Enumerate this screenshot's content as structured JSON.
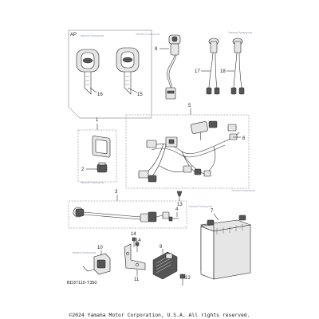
{
  "group_label": "AP",
  "diagram_code": "BD37110-T350",
  "copyright": "©2024 Yamaha Motor Corporation, U.S.A. All rights reserved.",
  "watermark": "Yamaha Powersports",
  "callouts": {
    "c1": "1",
    "c2": "2",
    "c3": "3",
    "c4": "4",
    "c5": "5",
    "c6": "6",
    "c7": "7",
    "c8": "8",
    "c9": "9",
    "c10": "10",
    "c11": "11",
    "c12": "12",
    "c13": "13",
    "c14a": "14",
    "c14b": "14",
    "c15": "15",
    "c16": "16",
    "c17": "17",
    "c18": "18"
  }
}
